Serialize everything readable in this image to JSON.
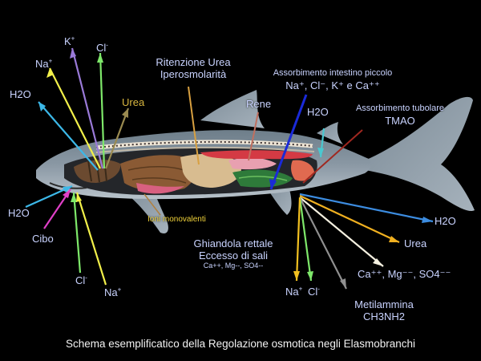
{
  "labels": {
    "na_top": "Na",
    "k_top": "K",
    "cl_top": "Cl",
    "h2o_left_top": "H2O",
    "urea_top": "Urea",
    "ritenzione_1": "Ritenzione Urea",
    "ritenzione_2": "Iperosmolarità",
    "rene": "Rene",
    "intestino_title": "Assorbimento intestino piccolo",
    "intestino_ions": "Na⁺, Cl⁻, K⁺ e Ca⁺⁺",
    "h2o_gill": "H2O",
    "tubolare_title": "Assorbimento tubolare",
    "tubolare_tmao": "TMAO",
    "h2o_left_bottom": "H2O",
    "cibo": "Cibo",
    "cl_bottom": "Cl",
    "na_bottom": "Na",
    "ioni": "Ioni monovalenti",
    "ghiandola_1": "Ghiandola rettale",
    "ghiandola_2": "Eccesso di sali",
    "ghiandola_3": "Ca++, Mg--, SO4--",
    "na_right": "Na",
    "cl_right": "Cl",
    "h2o_right": "H2O",
    "urea_right": "Urea",
    "divalent_right": "Ca⁺⁺, Mg⁻⁻, SO4⁻⁻",
    "metil_1": "Metilammina",
    "metil_2": "CH3NH2"
  },
  "caption": "Schema esemplificatico della Regolazione osmotica negli Elasmobranchi",
  "colors": {
    "background": "#000000",
    "label_text": "#c9d3ff",
    "urea_label": "#d8b640",
    "na_arrow": "#f2f04a",
    "k_arrow": "#9a7ad8",
    "cl_arrow": "#7ee86a",
    "h2o_arrow": "#3cb8e8",
    "cibo_arrow": "#e040c8",
    "urea_arrow": "#9a8a50",
    "intestino_arrow": "#1a2ad8",
    "rene_line": "#c07060",
    "ritenzione_line": "#d8a040",
    "tubolare_line": "#a02820",
    "urea_out_arrow": "#f0b020",
    "metil_arrow": "#909090",
    "divalent_arrow": "#f4f0e0"
  }
}
